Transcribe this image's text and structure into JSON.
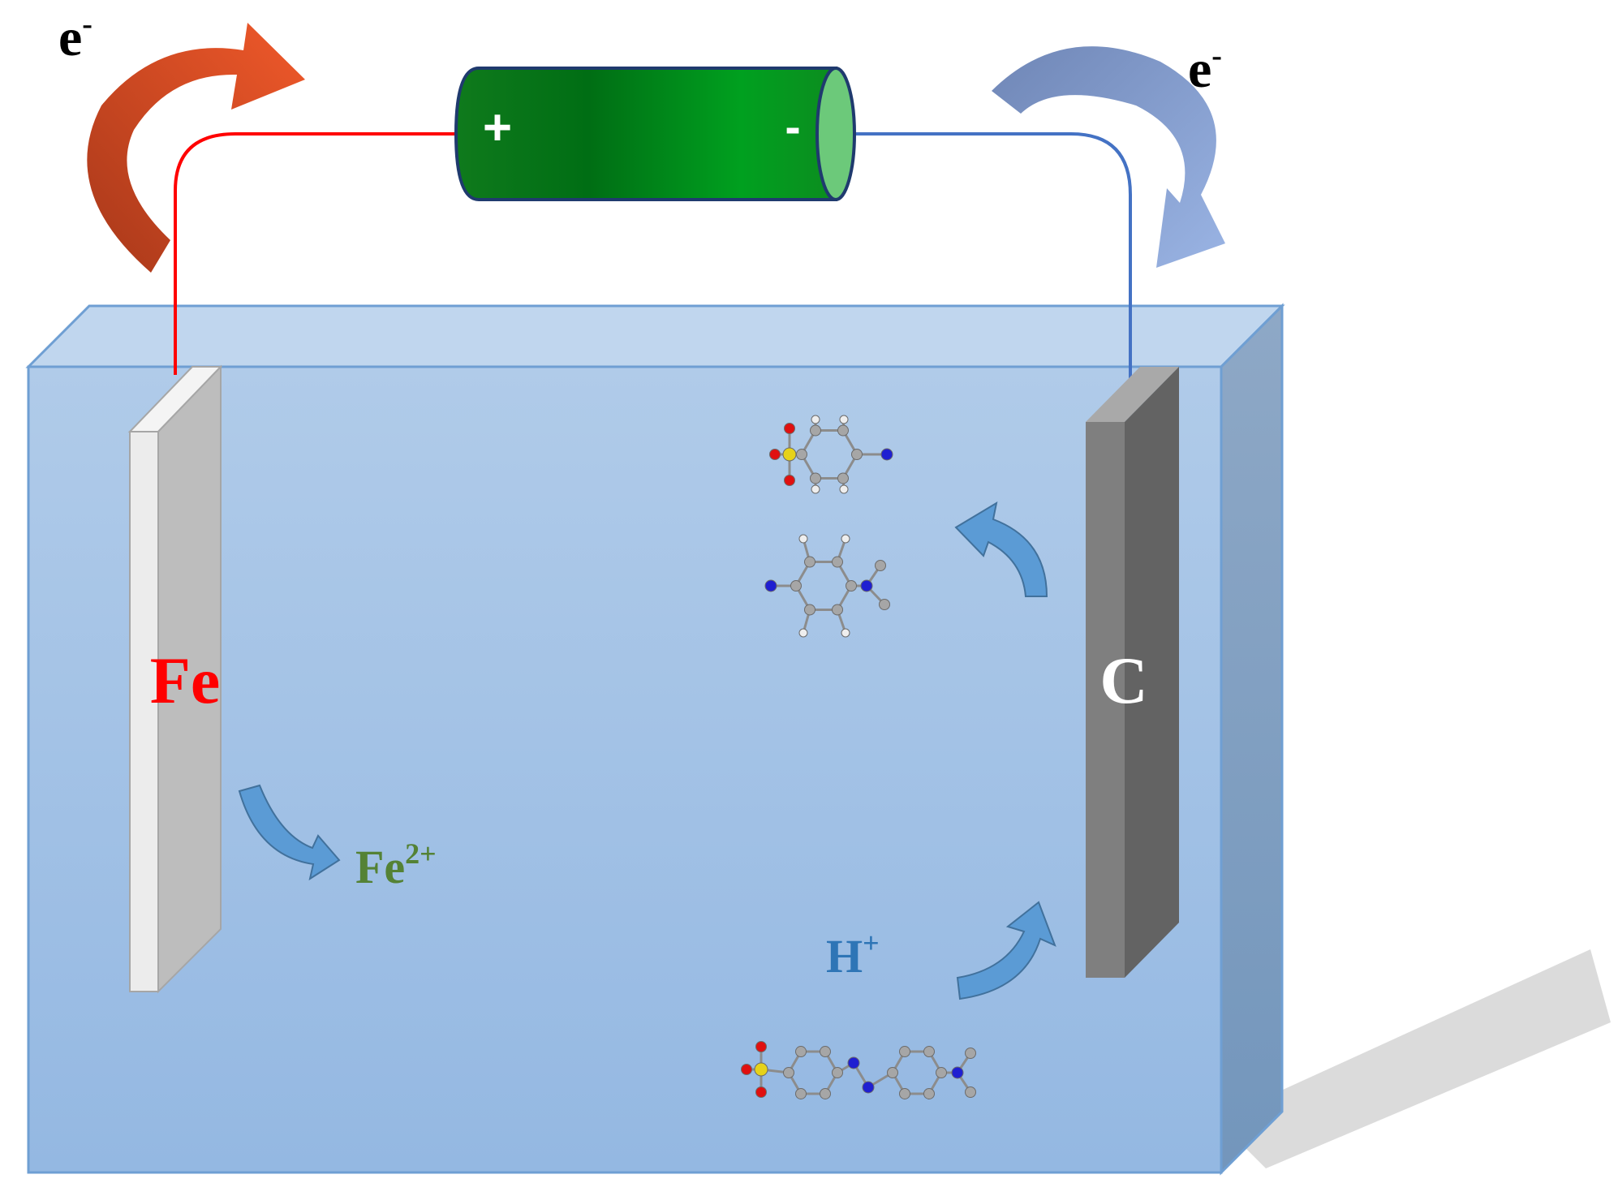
{
  "labels": {
    "electron_left": "e",
    "electron_right": "e",
    "electron_sup": "-",
    "battery_plus": "+",
    "battery_minus": "-",
    "anode": "Fe",
    "cathode": "C",
    "ferrous_base": "Fe",
    "ferrous_charge": "2+",
    "proton_base": "H",
    "proton_charge": "+"
  },
  "colors": {
    "anode_label": "#ff0000",
    "cathode_label": "#ffffff",
    "ferrous_label": "#548235",
    "proton_label": "#2e75b6",
    "wire_anode": "#ff0000",
    "wire_cathode": "#4472c4",
    "battery_body": "#008a1f",
    "battery_cap": "#6cc97a",
    "electrolyte": "#a4c2e6",
    "arrow_blue": "#5b9bd5",
    "arrow_orange": "#e8552a",
    "arrow_lightblue": "#8eaadb",
    "atom_carbon": "#a6a6a6",
    "atom_hydrogen": "#eeeeee",
    "atom_nitrogen": "#1f1fd1",
    "atom_oxygen": "#e01010",
    "atom_sulfur": "#e6d21a"
  },
  "icons": {
    "electron_flow_left": "curved-arrow-orange",
    "electron_flow_right": "curved-arrow-blue",
    "battery": "battery-icon",
    "molecule_sulfanilic_acid": "molecule-icon",
    "molecule_dimethyl_phenylenediamine": "molecule-icon",
    "molecule_methyl_orange": "molecule-icon"
  }
}
